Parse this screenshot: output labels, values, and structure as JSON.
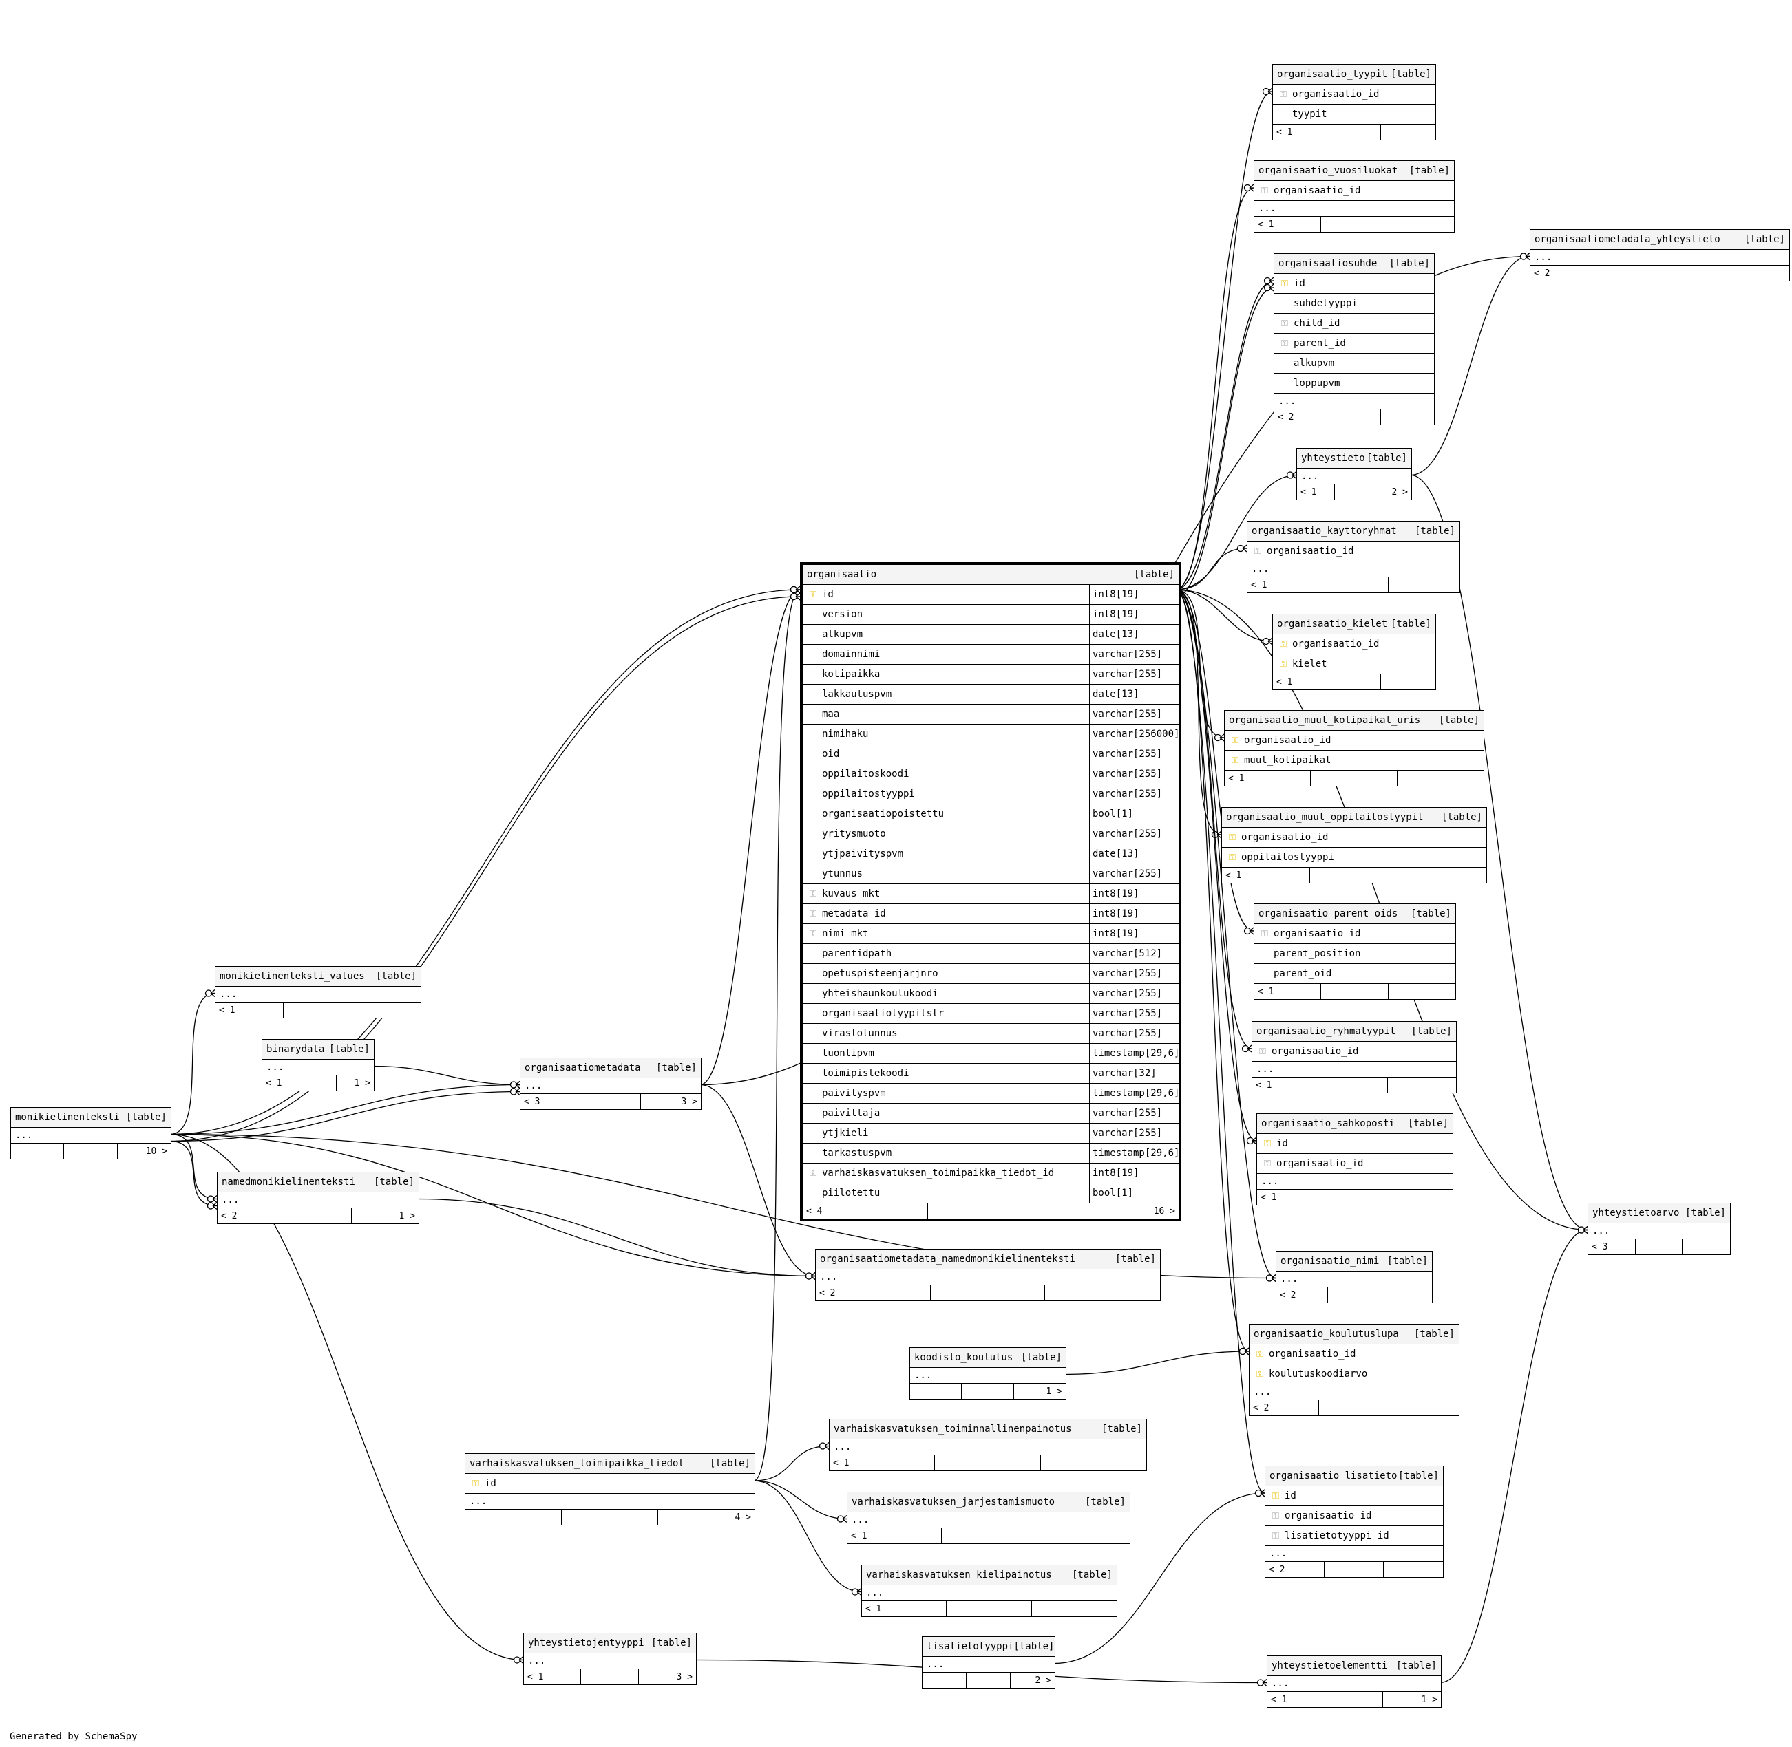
{
  "footer_text": "Generated by SchemaSpy",
  "table_tag": "[table]",
  "tables": [
    {
      "id": "organisaatio",
      "name": "organisaatio",
      "main": true,
      "columns": [
        {
          "name": "id",
          "type": "int8[19]",
          "key": "pk"
        },
        {
          "name": "version",
          "type": "int8[19]"
        },
        {
          "name": "alkupvm",
          "type": "date[13]"
        },
        {
          "name": "domainnimi",
          "type": "varchar[255]"
        },
        {
          "name": "kotipaikka",
          "type": "varchar[255]"
        },
        {
          "name": "lakkautuspvm",
          "type": "date[13]"
        },
        {
          "name": "maa",
          "type": "varchar[255]"
        },
        {
          "name": "nimihaku",
          "type": "varchar[256000]"
        },
        {
          "name": "oid",
          "type": "varchar[255]"
        },
        {
          "name": "oppilaitoskoodi",
          "type": "varchar[255]"
        },
        {
          "name": "oppilaitostyyppi",
          "type": "varchar[255]"
        },
        {
          "name": "organisaatiopoistettu",
          "type": "bool[1]"
        },
        {
          "name": "yritysmuoto",
          "type": "varchar[255]"
        },
        {
          "name": "ytjpaivityspvm",
          "type": "date[13]"
        },
        {
          "name": "ytunnus",
          "type": "varchar[255]"
        },
        {
          "name": "kuvaus_mkt",
          "type": "int8[19]",
          "key": "fk"
        },
        {
          "name": "metadata_id",
          "type": "int8[19]",
          "key": "fk"
        },
        {
          "name": "nimi_mkt",
          "type": "int8[19]",
          "key": "fk"
        },
        {
          "name": "parentidpath",
          "type": "varchar[512]"
        },
        {
          "name": "opetuspisteenjarjnro",
          "type": "varchar[255]"
        },
        {
          "name": "yhteishaunkoulukoodi",
          "type": "varchar[255]"
        },
        {
          "name": "organisaatiotyypitstr",
          "type": "varchar[255]"
        },
        {
          "name": "virastotunnus",
          "type": "varchar[255]"
        },
        {
          "name": "tuontipvm",
          "type": "timestamp[29,6]"
        },
        {
          "name": "toimipistekoodi",
          "type": "varchar[32]"
        },
        {
          "name": "paivityspvm",
          "type": "timestamp[29,6]"
        },
        {
          "name": "paivittaja",
          "type": "varchar[255]"
        },
        {
          "name": "ytjkieli",
          "type": "varchar[255]"
        },
        {
          "name": "tarkastuspvm",
          "type": "timestamp[29,6]"
        },
        {
          "name": "varhaiskasvatuksen_toimipaikka_tiedot_id",
          "type": "int8[19]",
          "key": "fk"
        },
        {
          "name": "piilotettu",
          "type": "bool[1]"
        }
      ],
      "ellipsis": false,
      "footer": [
        "< 4",
        "",
        "16 >"
      ]
    },
    {
      "id": "organisaatio_tyypit",
      "name": "organisaatio_tyypit",
      "columns": [
        {
          "name": "organisaatio_id",
          "key": "fk"
        },
        {
          "name": "tyypit"
        }
      ],
      "ellipsis": false,
      "footer": [
        "< 1",
        "",
        ""
      ]
    },
    {
      "id": "organisaatio_vuosiluokat",
      "name": "organisaatio_vuosiluokat",
      "columns": [
        {
          "name": "organisaatio_id",
          "key": "fk"
        }
      ],
      "ellipsis": true,
      "footer": [
        "< 1",
        "",
        ""
      ]
    },
    {
      "id": "organisaatiosuhde",
      "name": "organisaatiosuhde",
      "columns": [
        {
          "name": "id",
          "key": "pk"
        },
        {
          "name": "suhdetyyppi"
        },
        {
          "name": "child_id",
          "key": "fk"
        },
        {
          "name": "parent_id",
          "key": "fk"
        },
        {
          "name": "alkupvm"
        },
        {
          "name": "loppupvm"
        }
      ],
      "ellipsis": true,
      "footer": [
        "< 2",
        "",
        ""
      ]
    },
    {
      "id": "yhteystieto",
      "name": "yhteystieto",
      "columns": [],
      "ellipsis": true,
      "footer": [
        "< 1",
        "",
        "2 >"
      ]
    },
    {
      "id": "organisaatiometadata_yhteystieto",
      "name": "organisaatiometadata_yhteystieto",
      "columns": [],
      "ellipsis": true,
      "footer": [
        "< 2",
        "",
        ""
      ]
    },
    {
      "id": "organisaatio_kayttoryhmat",
      "name": "organisaatio_kayttoryhmat",
      "columns": [
        {
          "name": "organisaatio_id",
          "key": "fk"
        }
      ],
      "ellipsis": true,
      "footer": [
        "< 1",
        "",
        ""
      ]
    },
    {
      "id": "organisaatio_kielet",
      "name": "organisaatio_kielet",
      "columns": [
        {
          "name": "organisaatio_id",
          "key": "pk"
        },
        {
          "name": "kielet",
          "key": "pk"
        }
      ],
      "ellipsis": false,
      "footer": [
        "< 1",
        "",
        ""
      ]
    },
    {
      "id": "organisaatio_muut_kotipaikat_uris",
      "name": "organisaatio_muut_kotipaikat_uris",
      "columns": [
        {
          "name": "organisaatio_id",
          "key": "pk"
        },
        {
          "name": "muut_kotipaikat",
          "key": "pk"
        }
      ],
      "ellipsis": false,
      "footer": [
        "< 1",
        "",
        ""
      ]
    },
    {
      "id": "organisaatio_muut_oppilaitostyypit",
      "name": "organisaatio_muut_oppilaitostyypit",
      "columns": [
        {
          "name": "organisaatio_id",
          "key": "pk"
        },
        {
          "name": "oppilaitostyyppi",
          "key": "pk"
        }
      ],
      "ellipsis": false,
      "footer": [
        "< 1",
        "",
        ""
      ]
    },
    {
      "id": "organisaatio_parent_oids",
      "name": "organisaatio_parent_oids",
      "columns": [
        {
          "name": "organisaatio_id",
          "key": "fk"
        },
        {
          "name": "parent_position"
        },
        {
          "name": "parent_oid"
        }
      ],
      "ellipsis": false,
      "footer": [
        "< 1",
        "",
        ""
      ]
    },
    {
      "id": "organisaatio_ryhmatyypit",
      "name": "organisaatio_ryhmatyypit",
      "columns": [
        {
          "name": "organisaatio_id",
          "key": "fk"
        }
      ],
      "ellipsis": true,
      "footer": [
        "< 1",
        "",
        ""
      ]
    },
    {
      "id": "organisaatio_sahkoposti",
      "name": "organisaatio_sahkoposti",
      "columns": [
        {
          "name": "id",
          "key": "pk"
        },
        {
          "name": "organisaatio_id",
          "key": "fk"
        }
      ],
      "ellipsis": true,
      "footer": [
        "< 1",
        "",
        ""
      ]
    },
    {
      "id": "yhteystietoarvo",
      "name": "yhteystietoarvo",
      "columns": [],
      "ellipsis": true,
      "footer": [
        "< 3",
        "",
        ""
      ]
    },
    {
      "id": "organisaatio_nimi",
      "name": "organisaatio_nimi",
      "columns": [],
      "ellipsis": true,
      "footer": [
        "< 2",
        "",
        ""
      ]
    },
    {
      "id": "organisaatio_koulutuslupa",
      "name": "organisaatio_koulutuslupa",
      "columns": [
        {
          "name": "organisaatio_id",
          "key": "pk"
        },
        {
          "name": "koulutuskoodiarvo",
          "key": "pk"
        }
      ],
      "ellipsis": true,
      "footer": [
        "< 2",
        "",
        ""
      ]
    },
    {
      "id": "organisaatio_lisatieto",
      "name": "organisaatio_lisatieto",
      "columns": [
        {
          "name": "id",
          "key": "pk"
        },
        {
          "name": "organisaatio_id",
          "key": "fk"
        },
        {
          "name": "lisatietotyyppi_id",
          "key": "fk"
        }
      ],
      "ellipsis": true,
      "footer": [
        "< 2",
        "",
        ""
      ]
    },
    {
      "id": "yhteystietoelementti",
      "name": "yhteystietoelementti",
      "columns": [],
      "ellipsis": true,
      "footer": [
        "< 1",
        "",
        "1 >"
      ]
    },
    {
      "id": "lisatietotyyppi",
      "name": "lisatietotyyppi",
      "columns": [],
      "ellipsis": true,
      "footer": [
        "",
        "",
        "2 >"
      ]
    },
    {
      "id": "yhteystietojentyyppi",
      "name": "yhteystietojentyyppi",
      "columns": [],
      "ellipsis": true,
      "footer": [
        "< 1",
        "",
        "3 >"
      ]
    },
    {
      "id": "varhaiskasvatuksen_kielipainotus",
      "name": "varhaiskasvatuksen_kielipainotus",
      "columns": [],
      "ellipsis": true,
      "footer": [
        "< 1",
        "",
        ""
      ]
    },
    {
      "id": "varhaiskasvatuksen_jarjestamismuoto",
      "name": "varhaiskasvatuksen_jarjestamismuoto",
      "columns": [],
      "ellipsis": true,
      "footer": [
        "< 1",
        "",
        ""
      ]
    },
    {
      "id": "varhaiskasvatuksen_toiminnallinenpainotus",
      "name": "varhaiskasvatuksen_toiminnallinenpainotus",
      "columns": [],
      "ellipsis": true,
      "footer": [
        "< 1",
        "",
        ""
      ]
    },
    {
      "id": "varhaiskasvatuksen_toimipaikka_tiedot",
      "name": "varhaiskasvatuksen_toimipaikka_tiedot",
      "columns": [
        {
          "name": "id",
          "key": "pk"
        }
      ],
      "ellipsis": true,
      "footer": [
        "",
        "",
        "4 >"
      ]
    },
    {
      "id": "koodisto_koulutus",
      "name": "koodisto_koulutus",
      "columns": [],
      "ellipsis": true,
      "footer": [
        "",
        "",
        "1 >"
      ]
    },
    {
      "id": "organisaatiometadata_namedmonikielinenteksti",
      "name": "organisaatiometadata_namedmonikielinenteksti",
      "columns": [],
      "ellipsis": true,
      "footer": [
        "< 2",
        "",
        ""
      ]
    },
    {
      "id": "organisaatiometadata",
      "name": "organisaatiometadata",
      "columns": [],
      "ellipsis": true,
      "footer": [
        "< 3",
        "",
        "3 >"
      ]
    },
    {
      "id": "monikielinenteksti_values",
      "name": "monikielinenteksti_values",
      "columns": [],
      "ellipsis": true,
      "footer": [
        "< 1",
        "",
        ""
      ]
    },
    {
      "id": "binarydata",
      "name": "binarydata",
      "columns": [],
      "ellipsis": true,
      "footer": [
        "< 1",
        "",
        "1 >"
      ]
    },
    {
      "id": "monikielinenteksti",
      "name": "monikielinenteksti",
      "columns": [],
      "ellipsis": true,
      "footer": [
        "",
        "",
        "10 >"
      ]
    },
    {
      "id": "namedmonikielinenteksti",
      "name": "namedmonikielinenteksti",
      "columns": [],
      "ellipsis": true,
      "footer": [
        "< 2",
        "",
        "1 >"
      ]
    }
  ],
  "relationships": [
    {
      "from": "organisaatio",
      "to": "organisaatio_tyypit"
    },
    {
      "from": "organisaatio",
      "to": "organisaatio_vuosiluokat"
    },
    {
      "from": "organisaatio",
      "to": "organisaatiosuhde"
    },
    {
      "from": "organisaatio",
      "to": "organisaatiosuhde"
    },
    {
      "from": "organisaatio",
      "to": "yhteystieto"
    },
    {
      "from": "organisaatio",
      "to": "organisaatio_kayttoryhmat"
    },
    {
      "from": "organisaatio",
      "to": "organisaatio_kielet"
    },
    {
      "from": "organisaatio",
      "to": "organisaatio_muut_kotipaikat_uris"
    },
    {
      "from": "organisaatio",
      "to": "organisaatio_muut_oppilaitostyypit"
    },
    {
      "from": "organisaatio",
      "to": "organisaatio_parent_oids"
    },
    {
      "from": "organisaatio",
      "to": "organisaatio_ryhmatyypit"
    },
    {
      "from": "organisaatio",
      "to": "organisaatio_sahkoposti"
    },
    {
      "from": "organisaatio",
      "to": "yhteystietoarvo"
    },
    {
      "from": "organisaatio",
      "to": "organisaatio_nimi"
    },
    {
      "from": "organisaatio",
      "to": "organisaatio_koulutuslupa"
    },
    {
      "from": "organisaatio",
      "to": "organisaatio_lisatieto"
    },
    {
      "from": "yhteystieto",
      "to": "organisaatiometadata_yhteystieto"
    },
    {
      "from": "yhteystieto",
      "to": "yhteystietoarvo"
    },
    {
      "from": "organisaatiometadata",
      "to": "organisaatiometadata_yhteystieto"
    },
    {
      "from": "yhteystietoelementti",
      "to": "yhteystietoarvo"
    },
    {
      "from": "lisatietotyyppi",
      "to": "organisaatio_lisatieto"
    },
    {
      "from": "yhteystietojentyyppi",
      "to": "yhteystietoelementti"
    },
    {
      "from": "koodisto_koulutus",
      "to": "organisaatio_koulutuslupa"
    },
    {
      "from": "varhaiskasvatuksen_toimipaikka_tiedot",
      "to": "organisaatio"
    },
    {
      "from": "varhaiskasvatuksen_toimipaikka_tiedot",
      "to": "varhaiskasvatuksen_toiminnallinenpainotus"
    },
    {
      "from": "varhaiskasvatuksen_toimipaikka_tiedot",
      "to": "varhaiskasvatuksen_jarjestamismuoto"
    },
    {
      "from": "varhaiskasvatuksen_toimipaikka_tiedot",
      "to": "varhaiskasvatuksen_kielipainotus"
    },
    {
      "from": "organisaatiometadata",
      "to": "organisaatio"
    },
    {
      "from": "organisaatiometadata",
      "to": "organisaatiometadata_namedmonikielinenteksti"
    },
    {
      "from": "namedmonikielinenteksti",
      "to": "organisaatiometadata_namedmonikielinenteksti"
    },
    {
      "from": "monikielinenteksti",
      "to": "organisaatio"
    },
    {
      "from": "monikielinenteksti",
      "to": "organisaatio"
    },
    {
      "from": "monikielinenteksti",
      "to": "monikielinenteksti_values"
    },
    {
      "from": "binarydata",
      "to": "organisaatiometadata"
    },
    {
      "from": "monikielinenteksti",
      "to": "organisaatiometadata"
    },
    {
      "from": "monikielinenteksti",
      "to": "organisaatiometadata"
    },
    {
      "from": "monikielinenteksti",
      "to": "namedmonikielinenteksti"
    },
    {
      "from": "monikielinenteksti",
      "to": "namedmonikielinenteksti"
    },
    {
      "from": "monikielinenteksti",
      "to": "organisaatio_nimi"
    },
    {
      "from": "monikielinenteksti",
      "to": "yhteystietojentyyppi"
    },
    {
      "from": "monikielinenteksti",
      "to": "organisaatiometadata_namedmonikielinenteksti"
    }
  ]
}
